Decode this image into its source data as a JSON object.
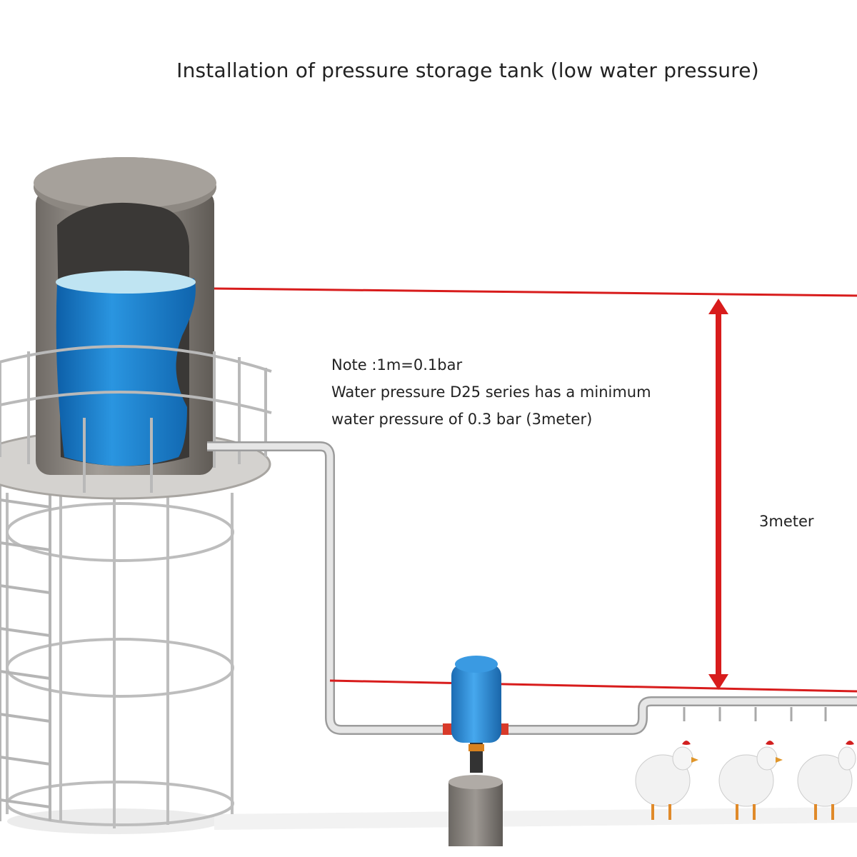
{
  "diagram": {
    "title": "Installation of pressure storage tank (low water pressure)",
    "note": {
      "line1": "Note :1m=0.1bar",
      "line2": "Water pressure D25 series has a minimum",
      "line3": "water pressure of 0.3 bar (3meter)"
    },
    "height_label": "3meter"
  },
  "colors": {
    "reference_line": "#d81c1c",
    "water": "#1f86d6",
    "tank_shell": "#8c8781",
    "pipe": "#c9c9c9",
    "dosing_pump": "#2d8fd8"
  }
}
